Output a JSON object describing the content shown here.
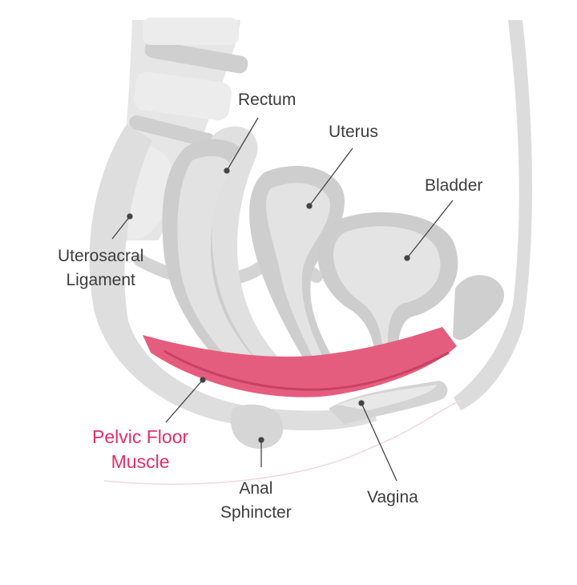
{
  "labels": {
    "rectum": "Rectum",
    "uterus": "Uterus",
    "bladder": "Bladder",
    "uterosacral_ligament": [
      "Uterosacral",
      "Ligament"
    ],
    "pelvic_floor_muscle": [
      "Pelvic Floor",
      "Muscle"
    ],
    "anal_sphincter": [
      "Anal",
      "Sphincter"
    ],
    "vagina": "Vagina"
  },
  "colors": {
    "tissue": "#e1e1e1",
    "tissue_dark": "#c9c9c9",
    "bone": "#eaeaea",
    "muscle": "#e55d7e",
    "muscle_line": "#c94065",
    "text": "#3c3c3c",
    "accent_text": "#e0306a",
    "leader": "#444444"
  }
}
